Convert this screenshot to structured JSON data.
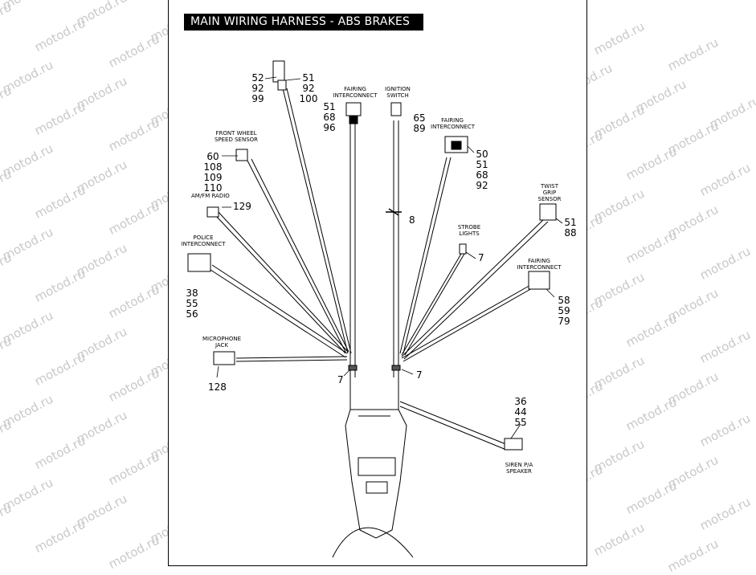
{
  "title": "MAIN WIRING  HARNESS - ABS BRAKES",
  "watermark": "motod.ru",
  "labels": {
    "fairing_interconnect_top": "FAIRING INTERCONNECT",
    "ignition_switch": "IGNITION SWITCH",
    "fairing_interconnect_right": "FAIRING INTERCONNECT",
    "front_wheel_speed_sensor": "FRONT WHEEL SPEED SENSOR",
    "am_fm_radio": "AM/FM RADIO",
    "police_interconnect": "POLICE INTERCONNECT",
    "microphone_jack": "MICROPHONE JACK",
    "strobe_lights": "STROBE LIGHTS",
    "twist_grip_sensor": "TWIST GRIP SENSOR",
    "fairing_interconnect_low": "FAIRING INTERCONNECT",
    "siren_pa_speaker": "SIREN P/A SPEAKER"
  },
  "callouts": {
    "top_left_connector": [
      "52",
      "92",
      "99"
    ],
    "top_right_connector": [
      "51",
      "92",
      "100"
    ],
    "fairing_top": [
      "51",
      "68",
      "96"
    ],
    "ignition": [
      "65",
      "89"
    ],
    "fairing_right": [
      "50",
      "51",
      "68",
      "92"
    ],
    "front_wheel": [
      "60",
      "108",
      "109",
      "110"
    ],
    "am_fm": "129",
    "clip": "8",
    "twist_grip": [
      "51",
      "88"
    ],
    "strobe": "7",
    "police": [
      "38",
      "55",
      "56"
    ],
    "fairing_low": [
      "58",
      "59",
      "79"
    ],
    "microphone": "128",
    "left_tie": "7",
    "right_tie": "7",
    "siren": [
      "36",
      "44",
      "55"
    ]
  }
}
